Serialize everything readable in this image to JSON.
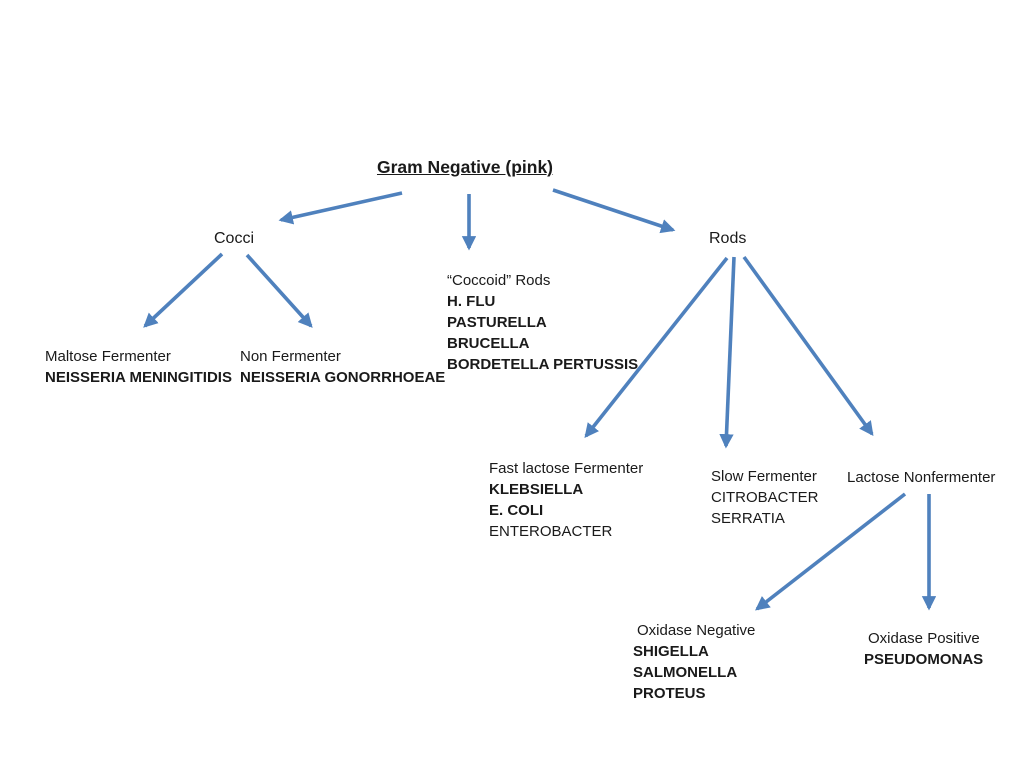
{
  "title": "Gram Negative (pink)",
  "arrow_color": "#4f81bd",
  "nodes": {
    "cocci": {
      "label": "Cocci"
    },
    "rods": {
      "label": "Rods"
    },
    "coccoid_rods": {
      "label": "“Coccoid” Rods",
      "organisms": [
        "H. FLU",
        "PASTURELLA",
        "BRUCELLA",
        "BORDETELLA PERTUSSIS"
      ]
    },
    "maltose_fermenter": {
      "label": "Maltose Fermenter",
      "organisms": [
        "NEISSERIA MENINGITIDIS"
      ]
    },
    "non_fermenter": {
      "label": "Non Fermenter",
      "organisms": [
        "NEISSERIA GONORRHOEAE"
      ]
    },
    "fast_lactose_fermenter": {
      "label": "Fast lactose Fermenter",
      "organisms": [
        "KLEBSIELLA",
        "E. COLI",
        "ENTEROBACTER"
      ]
    },
    "slow_fermenter": {
      "label": "Slow Fermenter",
      "organisms": [
        "CITROBACTER",
        "SERRATIA"
      ]
    },
    "lactose_nonfermenter": {
      "label": "Lactose Nonfermenter"
    },
    "oxidase_negative": {
      "label": "Oxidase Negative",
      "organisms": [
        "SHIGELLA",
        "SALMONELLA",
        "PROTEUS"
      ]
    },
    "oxidase_positive": {
      "label": "Oxidase Positive",
      "organisms": [
        "PSEUDOMONAS"
      ]
    }
  }
}
